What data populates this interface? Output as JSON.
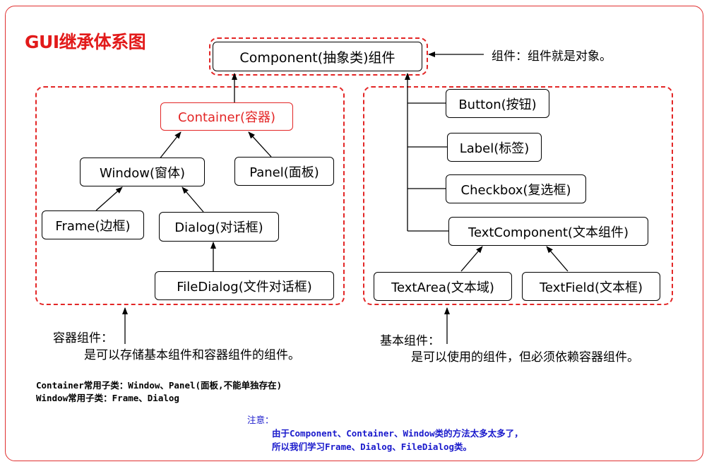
{
  "title": "GUI继承体系图",
  "nodes": {
    "component": "Component(抽象类)组件",
    "container": "Container(容器)",
    "window": "Window(窗体)",
    "panel": "Panel(面板)",
    "frame": "Frame(边框)",
    "dialog": "Dialog(对话框)",
    "filedialog": "FileDialog(文件对话框)",
    "button": "Button(按钮)",
    "label": "Label(标签)",
    "checkbox": "Checkbox(复选框)",
    "textcomponent": "TextComponent(文本组件)",
    "textarea": "TextArea(文本域)",
    "textfield": "TextField(文本框)"
  },
  "annotations": {
    "component_note": "组件：组件就是对象。",
    "container_note_title": "容器组件：",
    "container_note_body": "是可以存储基本组件和容器组件的组件。",
    "basic_note_title": "基本组件：",
    "basic_note_body": "是可以使用的组件，但必须依赖容器组件。"
  },
  "notes": {
    "line1": "Container常用子类：Window、Panel(面板,不能单独存在)",
    "line2": "Window常用子类：Frame、Dialog"
  },
  "attention": {
    "heading": "注意：",
    "line1": "由于Component、Container、Window类的方法太多太多了，",
    "line2": "所以我们学习Frame、Dialog、FileDialog类。"
  },
  "colors": {
    "accent_red": "#e32626",
    "note_blue": "#1a1acc"
  }
}
